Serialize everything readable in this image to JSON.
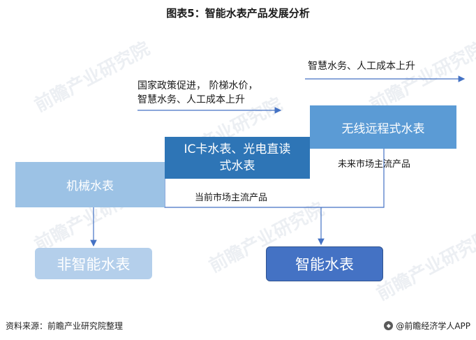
{
  "title": "图表5：智能水表产品发展分析",
  "boxes": {
    "mechanical": "机械水表",
    "ic_line1": "IC卡水表、光电直读",
    "ic_line2": "式水表",
    "wireless": "无线远程式水表",
    "non_smart": "非智能水表",
    "smart": "智能水表"
  },
  "arrow_labels": {
    "first_line1": "国家政策促进，  阶梯水价，",
    "first_line2": "智慧水务、人工成本上升",
    "second": "智慧水务、人工成本上升"
  },
  "notes": {
    "current": "当前市场主流产品",
    "future": "未来市场主流产品"
  },
  "watermark": "前瞻产业研究院",
  "footer": {
    "source": "资料来源：前瞻产业研究院整理",
    "brand": "@前瞻经济学人APP"
  },
  "colors": {
    "mechanical": "#9cc2e5",
    "ic": "#2e75b6",
    "wireless": "#5b9bd5",
    "non_smart": "#b4cfeb",
    "smart": "#4472c4",
    "arrow": "#4472c4"
  }
}
